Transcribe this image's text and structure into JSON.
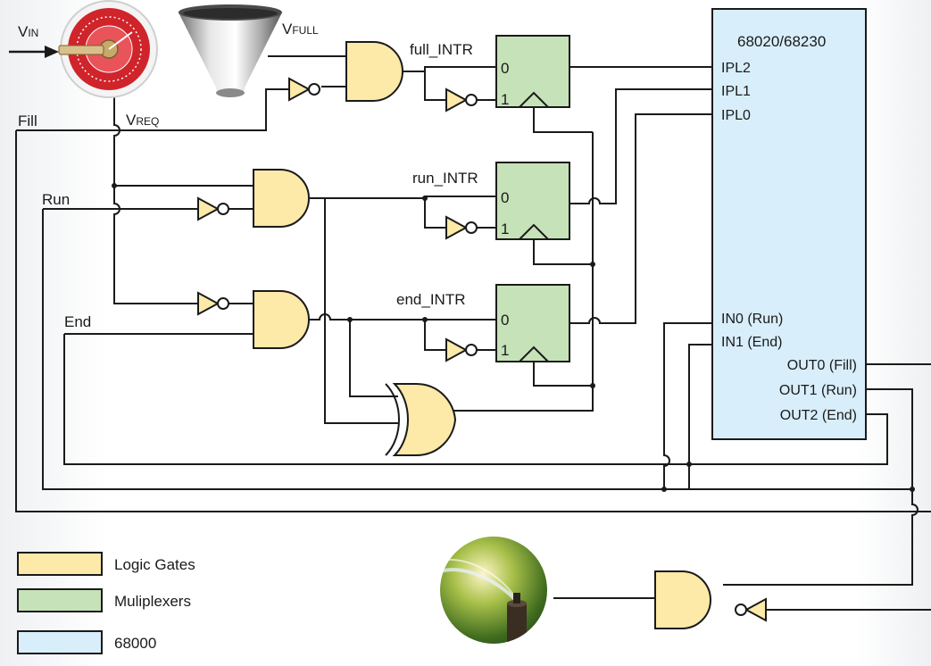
{
  "colors": {
    "gate_fill": "#fde9a8",
    "mux_fill": "#c6e2b8",
    "cpu_fill": "#d8eefa",
    "wire": "#1a1a1a"
  },
  "labels": {
    "vin_main": "V",
    "vin_sub": "IN",
    "vfull_main": "V",
    "vfull_sub": "FULL",
    "vreq_main": "V",
    "vreq_sub": "REQ",
    "fill": "Fill",
    "run": "Run",
    "end": "End"
  },
  "muxes": [
    {
      "name": "full_INTR",
      "in0": "0",
      "in1": "1"
    },
    {
      "name": "run_INTR",
      "in0": "0",
      "in1": "1"
    },
    {
      "name": "end_INTR",
      "in0": "0",
      "in1": "1"
    }
  ],
  "cpu": {
    "title": "68020/68230",
    "pins_left": [
      "IPL2",
      "IPL1",
      "IPL0",
      "IN0 (Run)",
      "IN1 (End)"
    ],
    "pins_right": [
      "OUT0 (Fill)",
      "OUT1 (Run)",
      "OUT2 (End)"
    ]
  },
  "legend": [
    {
      "label": "Logic Gates",
      "color": "#fde9a8"
    },
    {
      "label": "Muliplexers",
      "color": "#c6e2b8"
    },
    {
      "label": "68000",
      "color": "#d8eefa"
    }
  ]
}
